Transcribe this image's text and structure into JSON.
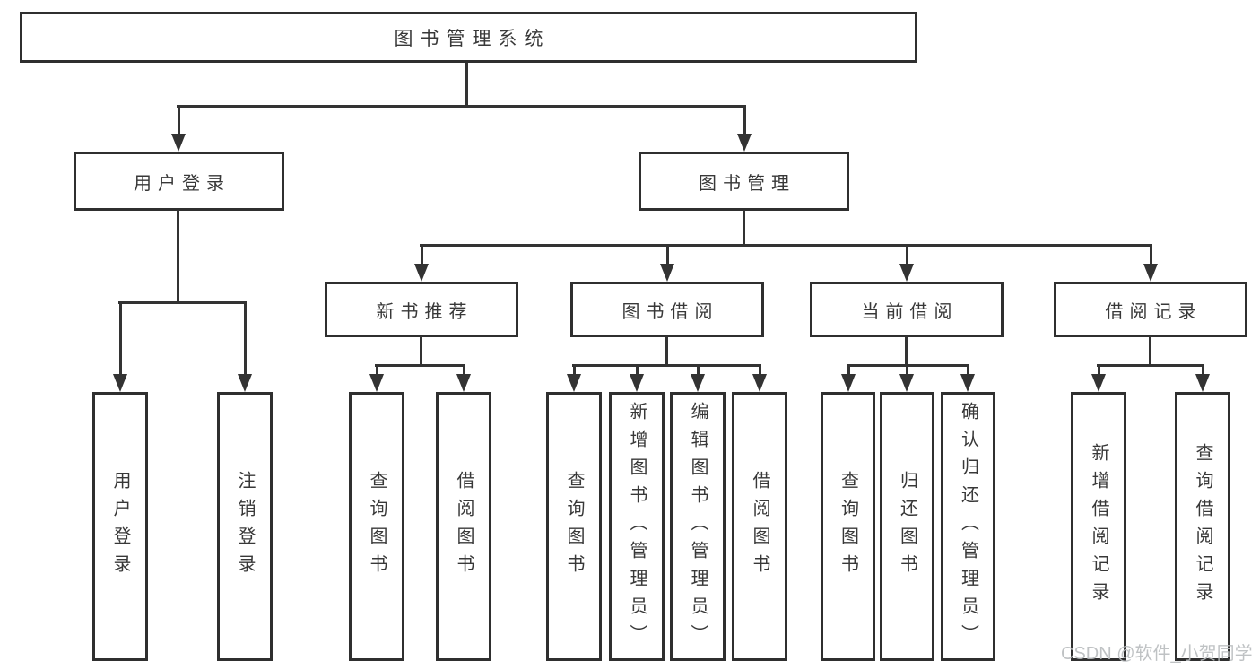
{
  "diagram_title": "图书管理系统",
  "tree": {
    "root": {
      "label": "图书管理系统",
      "children": [
        {
          "label": "用户登录",
          "children": [
            {
              "label": "用户登录"
            },
            {
              "label": "注销登录"
            }
          ]
        },
        {
          "label": "图书管理",
          "children": [
            {
              "label": "新书推荐",
              "children": [
                {
                  "label": "查询图书"
                },
                {
                  "label": "借阅图书"
                }
              ]
            },
            {
              "label": "图书借阅",
              "children": [
                {
                  "label": "查询图书"
                },
                {
                  "label": "新增图书（管理员）"
                },
                {
                  "label": "编辑图书（管理员）"
                },
                {
                  "label": "借阅图书"
                }
              ]
            },
            {
              "label": "当前借阅",
              "children": [
                {
                  "label": "查询图书"
                },
                {
                  "label": "归还图书"
                },
                {
                  "label": "确认归还（管理员）"
                }
              ]
            },
            {
              "label": "借阅记录",
              "children": [
                {
                  "label": "新增借阅记录"
                },
                {
                  "label": "查询借阅记录"
                }
              ]
            }
          ]
        }
      ]
    }
  },
  "watermark": "CSDN @软件_小贺同学",
  "colors": {
    "line": "#333333",
    "border": "#2f2f2f",
    "text": "#383838",
    "watermark": "#b8bbbe",
    "background": "#ffffff"
  }
}
